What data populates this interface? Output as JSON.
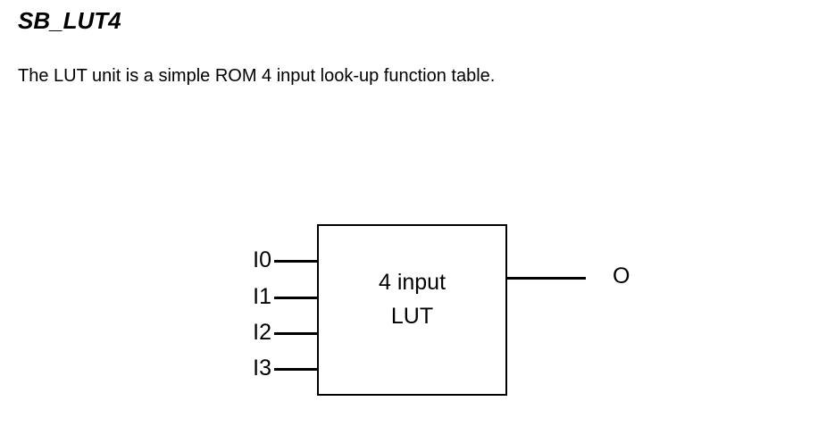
{
  "page": {
    "title": "SB_LUT4",
    "description": "The LUT unit is a simple ROM 4 input look-up function table."
  },
  "diagram": {
    "type": "block-symbol",
    "block": {
      "name": "lut4-block",
      "label_line_1": "4 input",
      "label_line_2": "LUT",
      "border_color": "#000000",
      "fill_color": "#ffffff"
    },
    "inputs": [
      {
        "label": "I0"
      },
      {
        "label": "I1"
      },
      {
        "label": "I2"
      },
      {
        "label": "I3"
      }
    ],
    "outputs": [
      {
        "label": "O"
      }
    ]
  }
}
